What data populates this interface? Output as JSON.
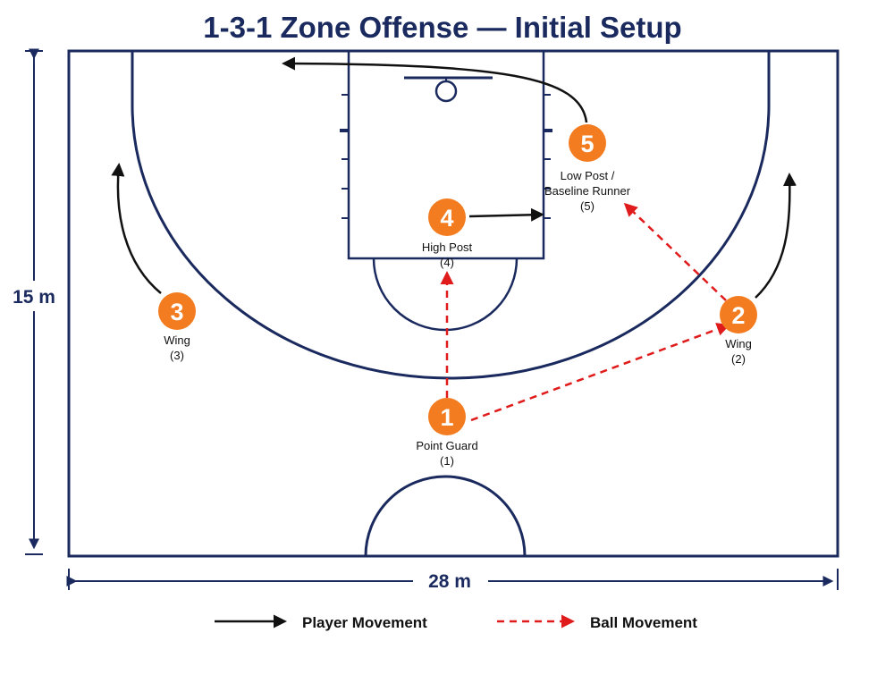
{
  "title": "1-3-1 Zone Offense — Initial Setup",
  "dimensions": {
    "height": "15 m",
    "width": "28 m"
  },
  "players": [
    {
      "number": "1",
      "label": [
        "Point Guard",
        "(1)"
      ]
    },
    {
      "number": "2",
      "label": [
        "Wing",
        "(2)"
      ]
    },
    {
      "number": "3",
      "label": [
        "Wing",
        "(3)"
      ]
    },
    {
      "number": "4",
      "label": [
        "High Post",
        "(4)"
      ]
    },
    {
      "number": "5",
      "label": [
        "Low Post /",
        "Baseline Runner",
        "(5)"
      ]
    }
  ],
  "legend": {
    "player_movement": "Player Movement",
    "ball_movement": "Ball Movement"
  },
  "colors": {
    "court_line": "#1a2a5e",
    "player_fill": "#f47c20",
    "player_number": "#ffffff",
    "player_movement": "#111111",
    "ball_movement": "#e01b1b",
    "title": "#1a2a5e"
  }
}
